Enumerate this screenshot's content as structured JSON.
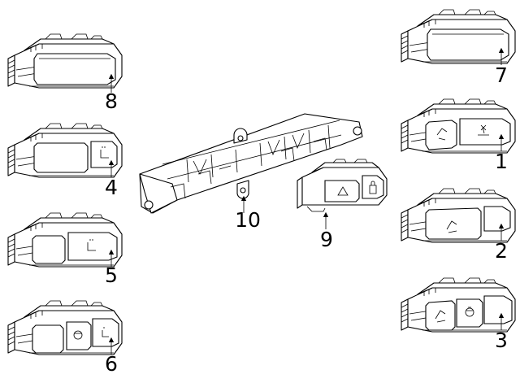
{
  "diagram": {
    "callouts": [
      {
        "id": "8",
        "label": "8"
      },
      {
        "id": "4",
        "label": "4"
      },
      {
        "id": "5",
        "label": "5"
      },
      {
        "id": "6",
        "label": "6"
      },
      {
        "id": "10",
        "label": "10"
      },
      {
        "id": "9",
        "label": "9"
      },
      {
        "id": "7",
        "label": "7"
      },
      {
        "id": "1",
        "label": "1"
      },
      {
        "id": "2",
        "label": "2"
      },
      {
        "id": "3",
        "label": "3"
      }
    ],
    "icons": {
      "switch-4": "seat-heat-icon",
      "switch-5": "seat-heat-icon",
      "switch-6-a": "steering-heat-icon",
      "switch-6-b": "seat-heat-icon",
      "switch-1-a": "seat-heat-icon",
      "switch-1-b": "fan-icon",
      "switch-2": "seat-heat-icon",
      "switch-3-a": "seat-heat-icon",
      "switch-3-b": "steering-heat-icon",
      "switch-9-a": "hazard-icon",
      "switch-9-b": "lock-icon"
    }
  }
}
